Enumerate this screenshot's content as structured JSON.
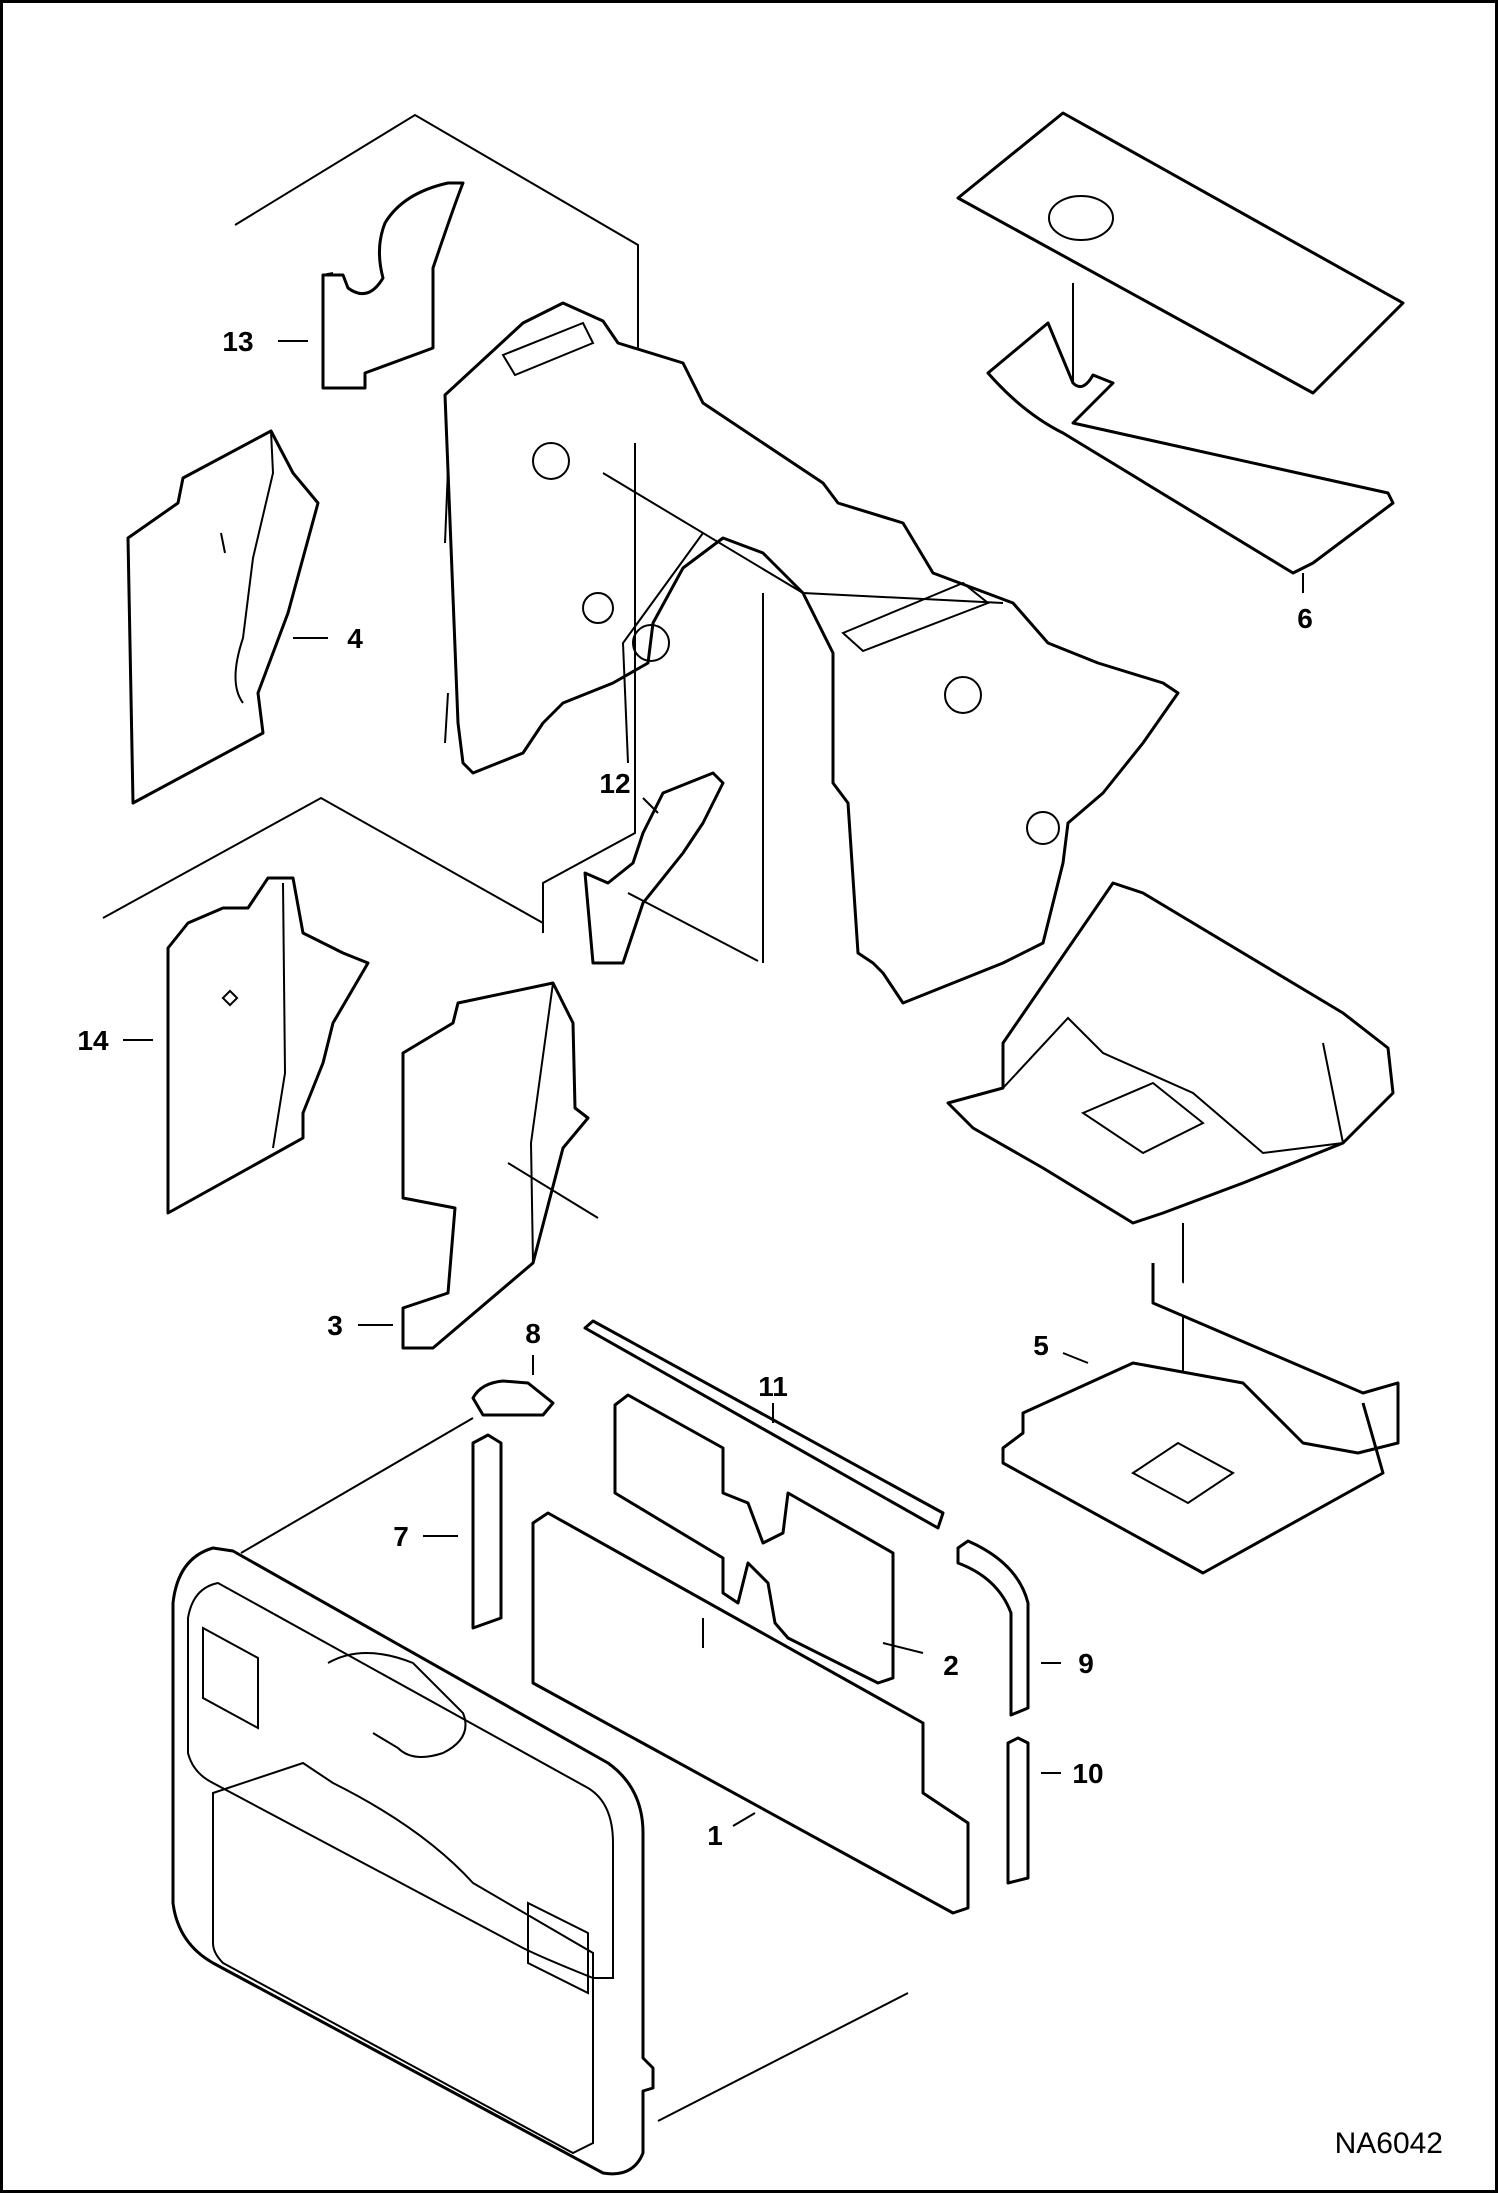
{
  "diagram": {
    "figure_id": "NA6042",
    "callouts": {
      "c1": "1",
      "c2": "2",
      "c3": "3",
      "c4": "4",
      "c5": "5",
      "c6": "6",
      "c7": "7",
      "c8": "8",
      "c9": "9",
      "c10": "10",
      "c11": "11",
      "c12": "12",
      "c13": "13",
      "c14": "14"
    }
  }
}
